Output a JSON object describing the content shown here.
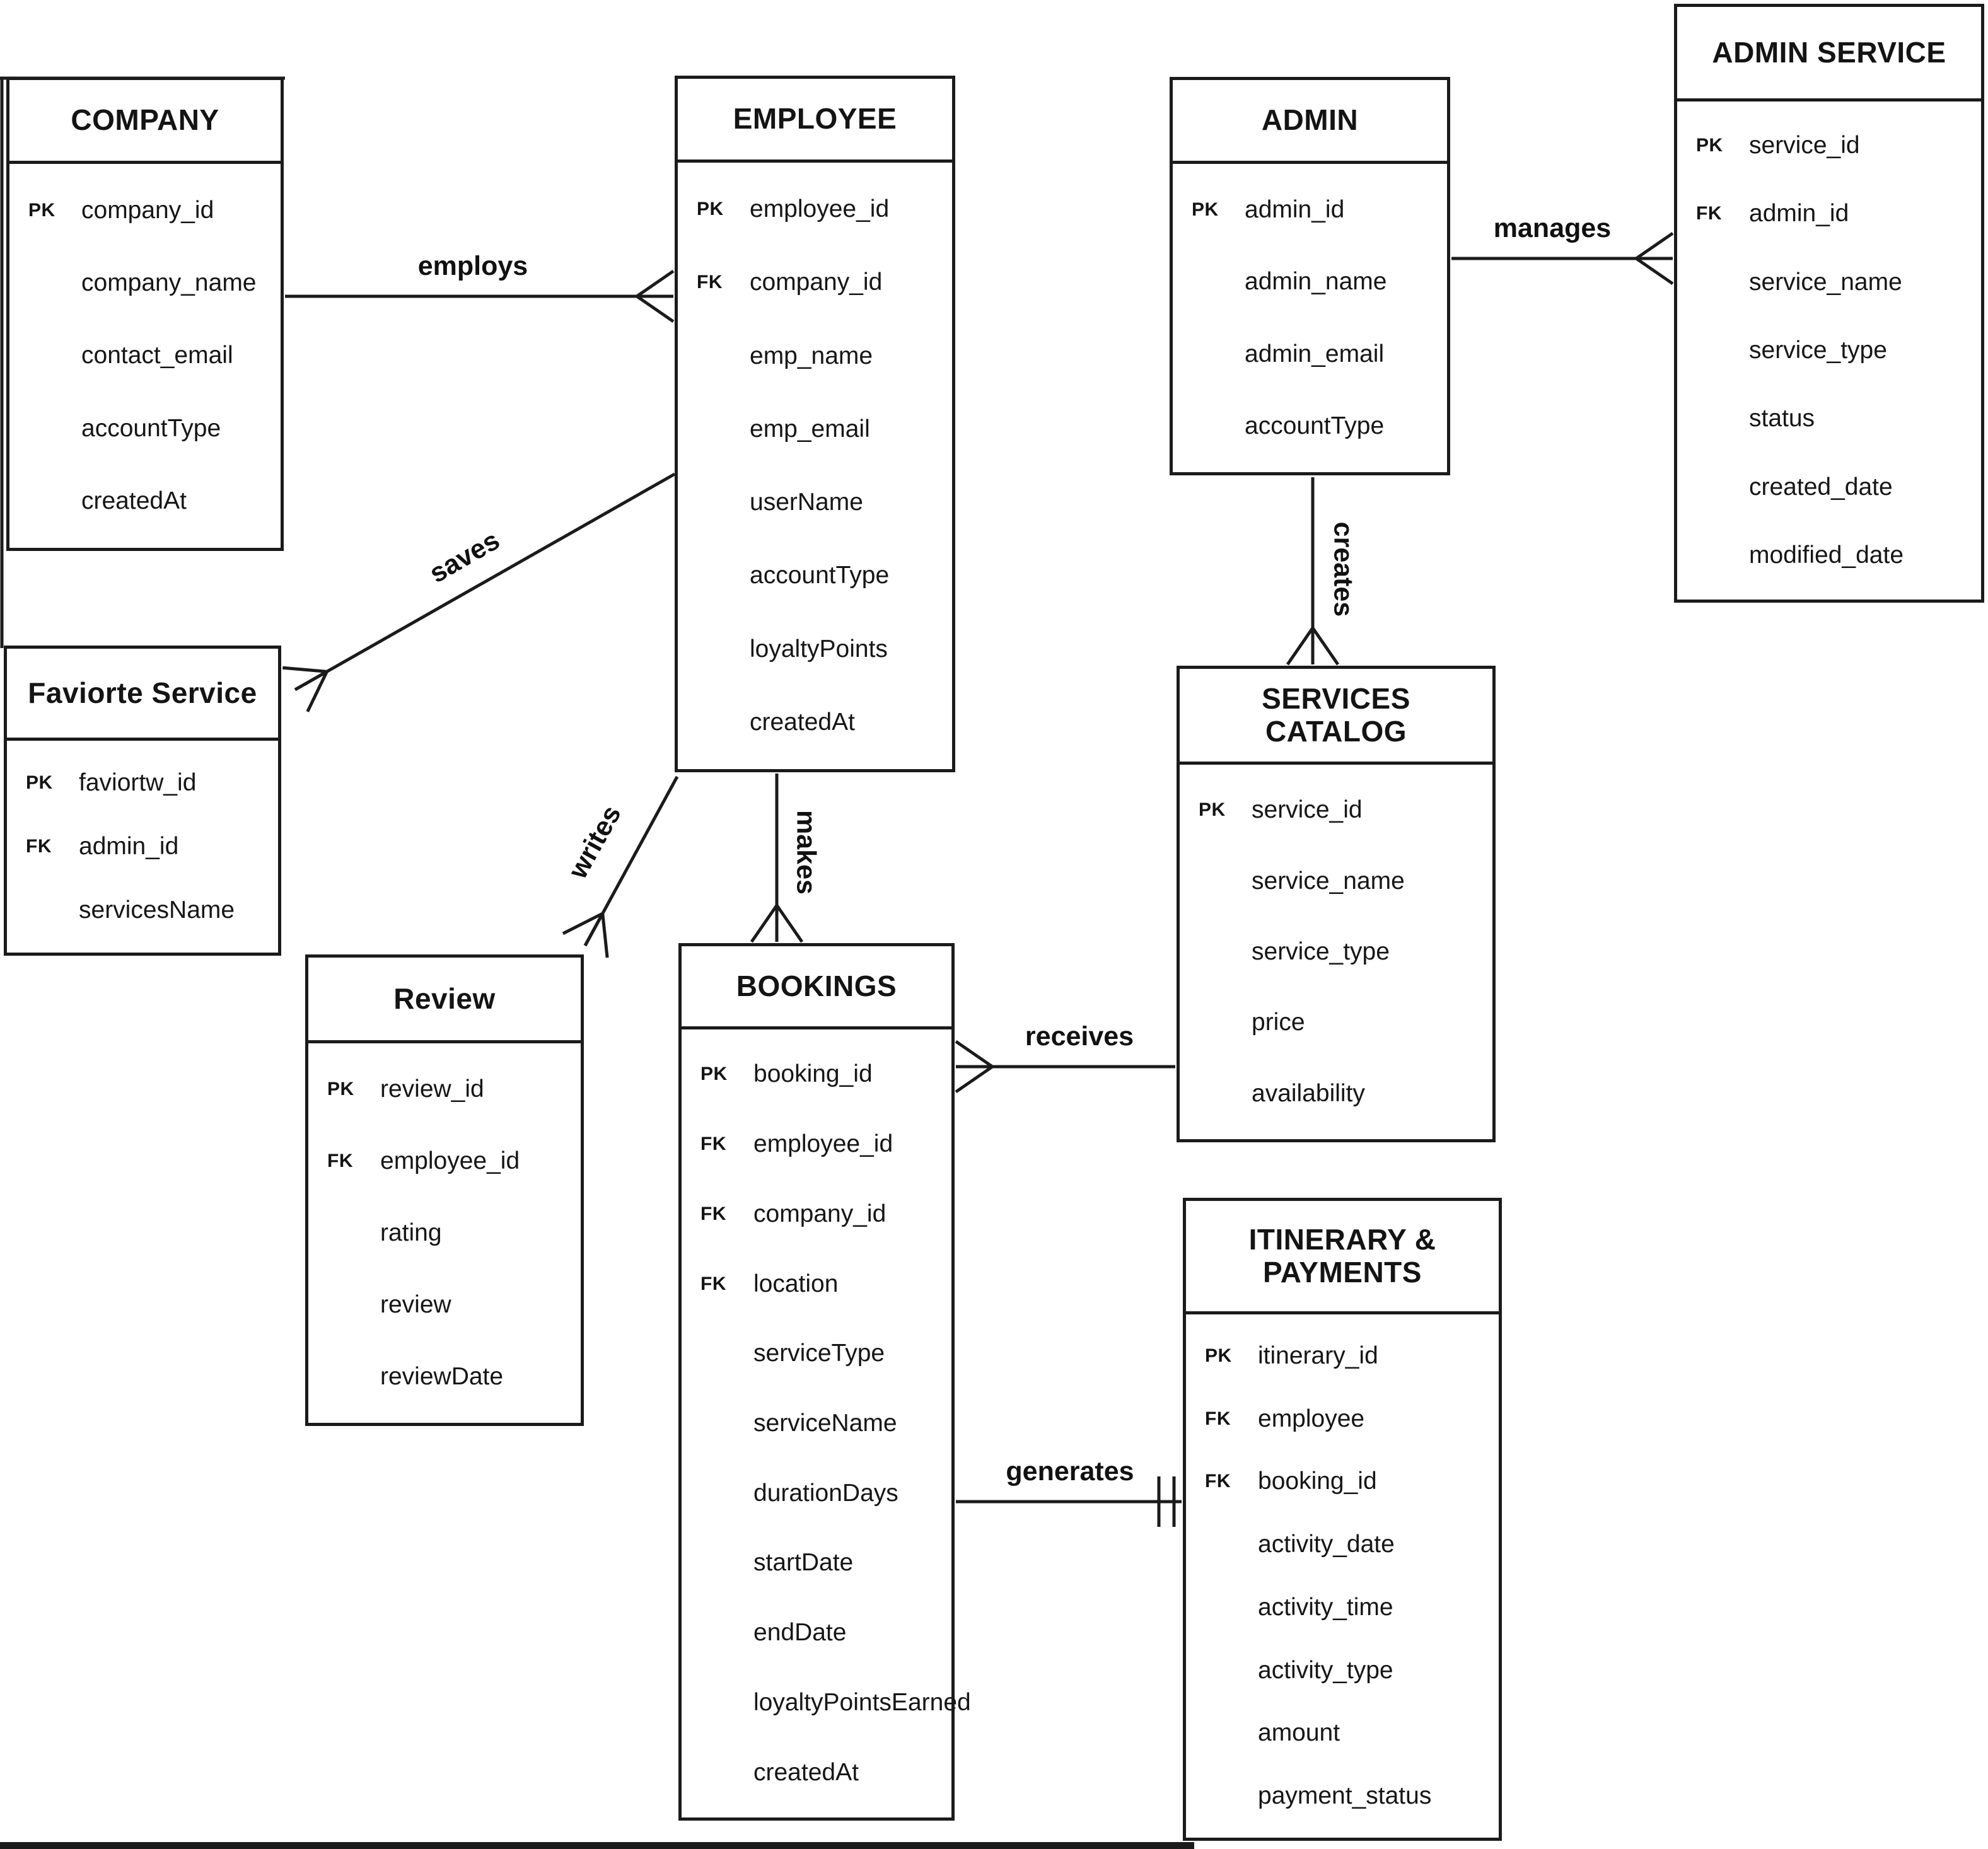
{
  "colors": {
    "ink": "#1b1b1b",
    "background": "#ffffff"
  },
  "key_badges": {
    "primary": "PK",
    "foreign": "FK"
  },
  "entities": [
    {
      "id": "company",
      "title": "COMPANY",
      "fields": [
        {
          "key": "PK",
          "name": "company_id"
        },
        {
          "key": "",
          "name": "company_name"
        },
        {
          "key": "",
          "name": "contact_email"
        },
        {
          "key": "",
          "name": "accountType"
        },
        {
          "key": "",
          "name": "createdAt"
        }
      ]
    },
    {
      "id": "employee",
      "title": "EMPLOYEE",
      "fields": [
        {
          "key": "PK",
          "name": "employee_id"
        },
        {
          "key": "FK",
          "name": "company_id"
        },
        {
          "key": "",
          "name": "emp_name"
        },
        {
          "key": "",
          "name": "emp_email"
        },
        {
          "key": "",
          "name": "userName"
        },
        {
          "key": "",
          "name": "accountType"
        },
        {
          "key": "",
          "name": "loyaltyPoints"
        },
        {
          "key": "",
          "name": "createdAt"
        }
      ]
    },
    {
      "id": "admin",
      "title": "ADMIN",
      "fields": [
        {
          "key": "PK",
          "name": "admin_id"
        },
        {
          "key": "",
          "name": "admin_name"
        },
        {
          "key": "",
          "name": "admin_email"
        },
        {
          "key": "",
          "name": "accountType"
        }
      ]
    },
    {
      "id": "admin_service",
      "title": "ADMIN SERVICE",
      "fields": [
        {
          "key": "PK",
          "name": "service_id"
        },
        {
          "key": "FK",
          "name": "admin_id"
        },
        {
          "key": "",
          "name": "service_name"
        },
        {
          "key": "",
          "name": "service_type"
        },
        {
          "key": "",
          "name": "status"
        },
        {
          "key": "",
          "name": "created_date"
        },
        {
          "key": "",
          "name": "modified_date"
        }
      ]
    },
    {
      "id": "favorite_service",
      "title": "Faviorte Service",
      "fields": [
        {
          "key": "PK",
          "name": "faviortw_id"
        },
        {
          "key": "FK",
          "name": "admin_id"
        },
        {
          "key": "",
          "name": "servicesName"
        }
      ]
    },
    {
      "id": "review",
      "title": "Review",
      "fields": [
        {
          "key": "PK",
          "name": "review_id"
        },
        {
          "key": "FK",
          "name": "employee_id"
        },
        {
          "key": "",
          "name": "rating"
        },
        {
          "key": "",
          "name": "review"
        },
        {
          "key": "",
          "name": "reviewDate"
        }
      ]
    },
    {
      "id": "bookings",
      "title": "BOOKINGS",
      "fields": [
        {
          "key": "PK",
          "name": "booking_id"
        },
        {
          "key": "FK",
          "name": "employee_id"
        },
        {
          "key": "FK",
          "name": "company_id"
        },
        {
          "key": "FK",
          "name": "location"
        },
        {
          "key": "",
          "name": "serviceType"
        },
        {
          "key": "",
          "name": "serviceName"
        },
        {
          "key": "",
          "name": "durationDays"
        },
        {
          "key": "",
          "name": "startDate"
        },
        {
          "key": "",
          "name": "endDate"
        },
        {
          "key": "",
          "name": "loyaltyPointsEarned"
        },
        {
          "key": "",
          "name": "createdAt"
        }
      ]
    },
    {
      "id": "services_catalog",
      "title": "SERVICES CATALOG",
      "fields": [
        {
          "key": "PK",
          "name": "service_id"
        },
        {
          "key": "",
          "name": "service_name"
        },
        {
          "key": "",
          "name": "service_type"
        },
        {
          "key": "",
          "name": "price"
        },
        {
          "key": "",
          "name": "availability"
        }
      ]
    },
    {
      "id": "itinerary_payments",
      "title": "ITINERARY & PAYMENTS",
      "fields": [
        {
          "key": "PK",
          "name": "itinerary_id"
        },
        {
          "key": "FK",
          "name": "employee"
        },
        {
          "key": "FK",
          "name": "booking_id"
        },
        {
          "key": "",
          "name": "activity_date"
        },
        {
          "key": "",
          "name": "activity_time"
        },
        {
          "key": "",
          "name": "activity_type"
        },
        {
          "key": "",
          "name": "amount"
        },
        {
          "key": "",
          "name": "payment_status"
        }
      ]
    }
  ],
  "relationships": [
    {
      "id": "employs",
      "label": "employs",
      "from": "COMPANY",
      "to": "EMPLOYEE",
      "to_marker": "many-crow-foot"
    },
    {
      "id": "saves",
      "label": "saves",
      "from": "EMPLOYEE",
      "to": "Faviorte Service",
      "to_marker": "many-crow-foot"
    },
    {
      "id": "manages",
      "label": "manages",
      "from": "ADMIN",
      "to": "ADMIN SERVICE",
      "to_marker": "many-crow-foot"
    },
    {
      "id": "creates",
      "label": "creates",
      "from": "ADMIN",
      "to": "SERVICES CATALOG",
      "to_marker": "many-crow-foot"
    },
    {
      "id": "writes",
      "label": "writes",
      "from": "EMPLOYEE",
      "to": "Review",
      "to_marker": "many-crow-foot"
    },
    {
      "id": "makes",
      "label": "makes",
      "from": "EMPLOYEE",
      "to": "BOOKINGS",
      "to_marker": "many-crow-foot"
    },
    {
      "id": "receives",
      "label": "receives",
      "from": "BOOKINGS",
      "to": "SERVICES CATALOG",
      "from_marker": "many-crow-foot"
    },
    {
      "id": "generates",
      "label": "generates",
      "from": "BOOKINGS",
      "to": "ITINERARY & PAYMENTS",
      "to_marker": "exactly-one-bars"
    }
  ]
}
